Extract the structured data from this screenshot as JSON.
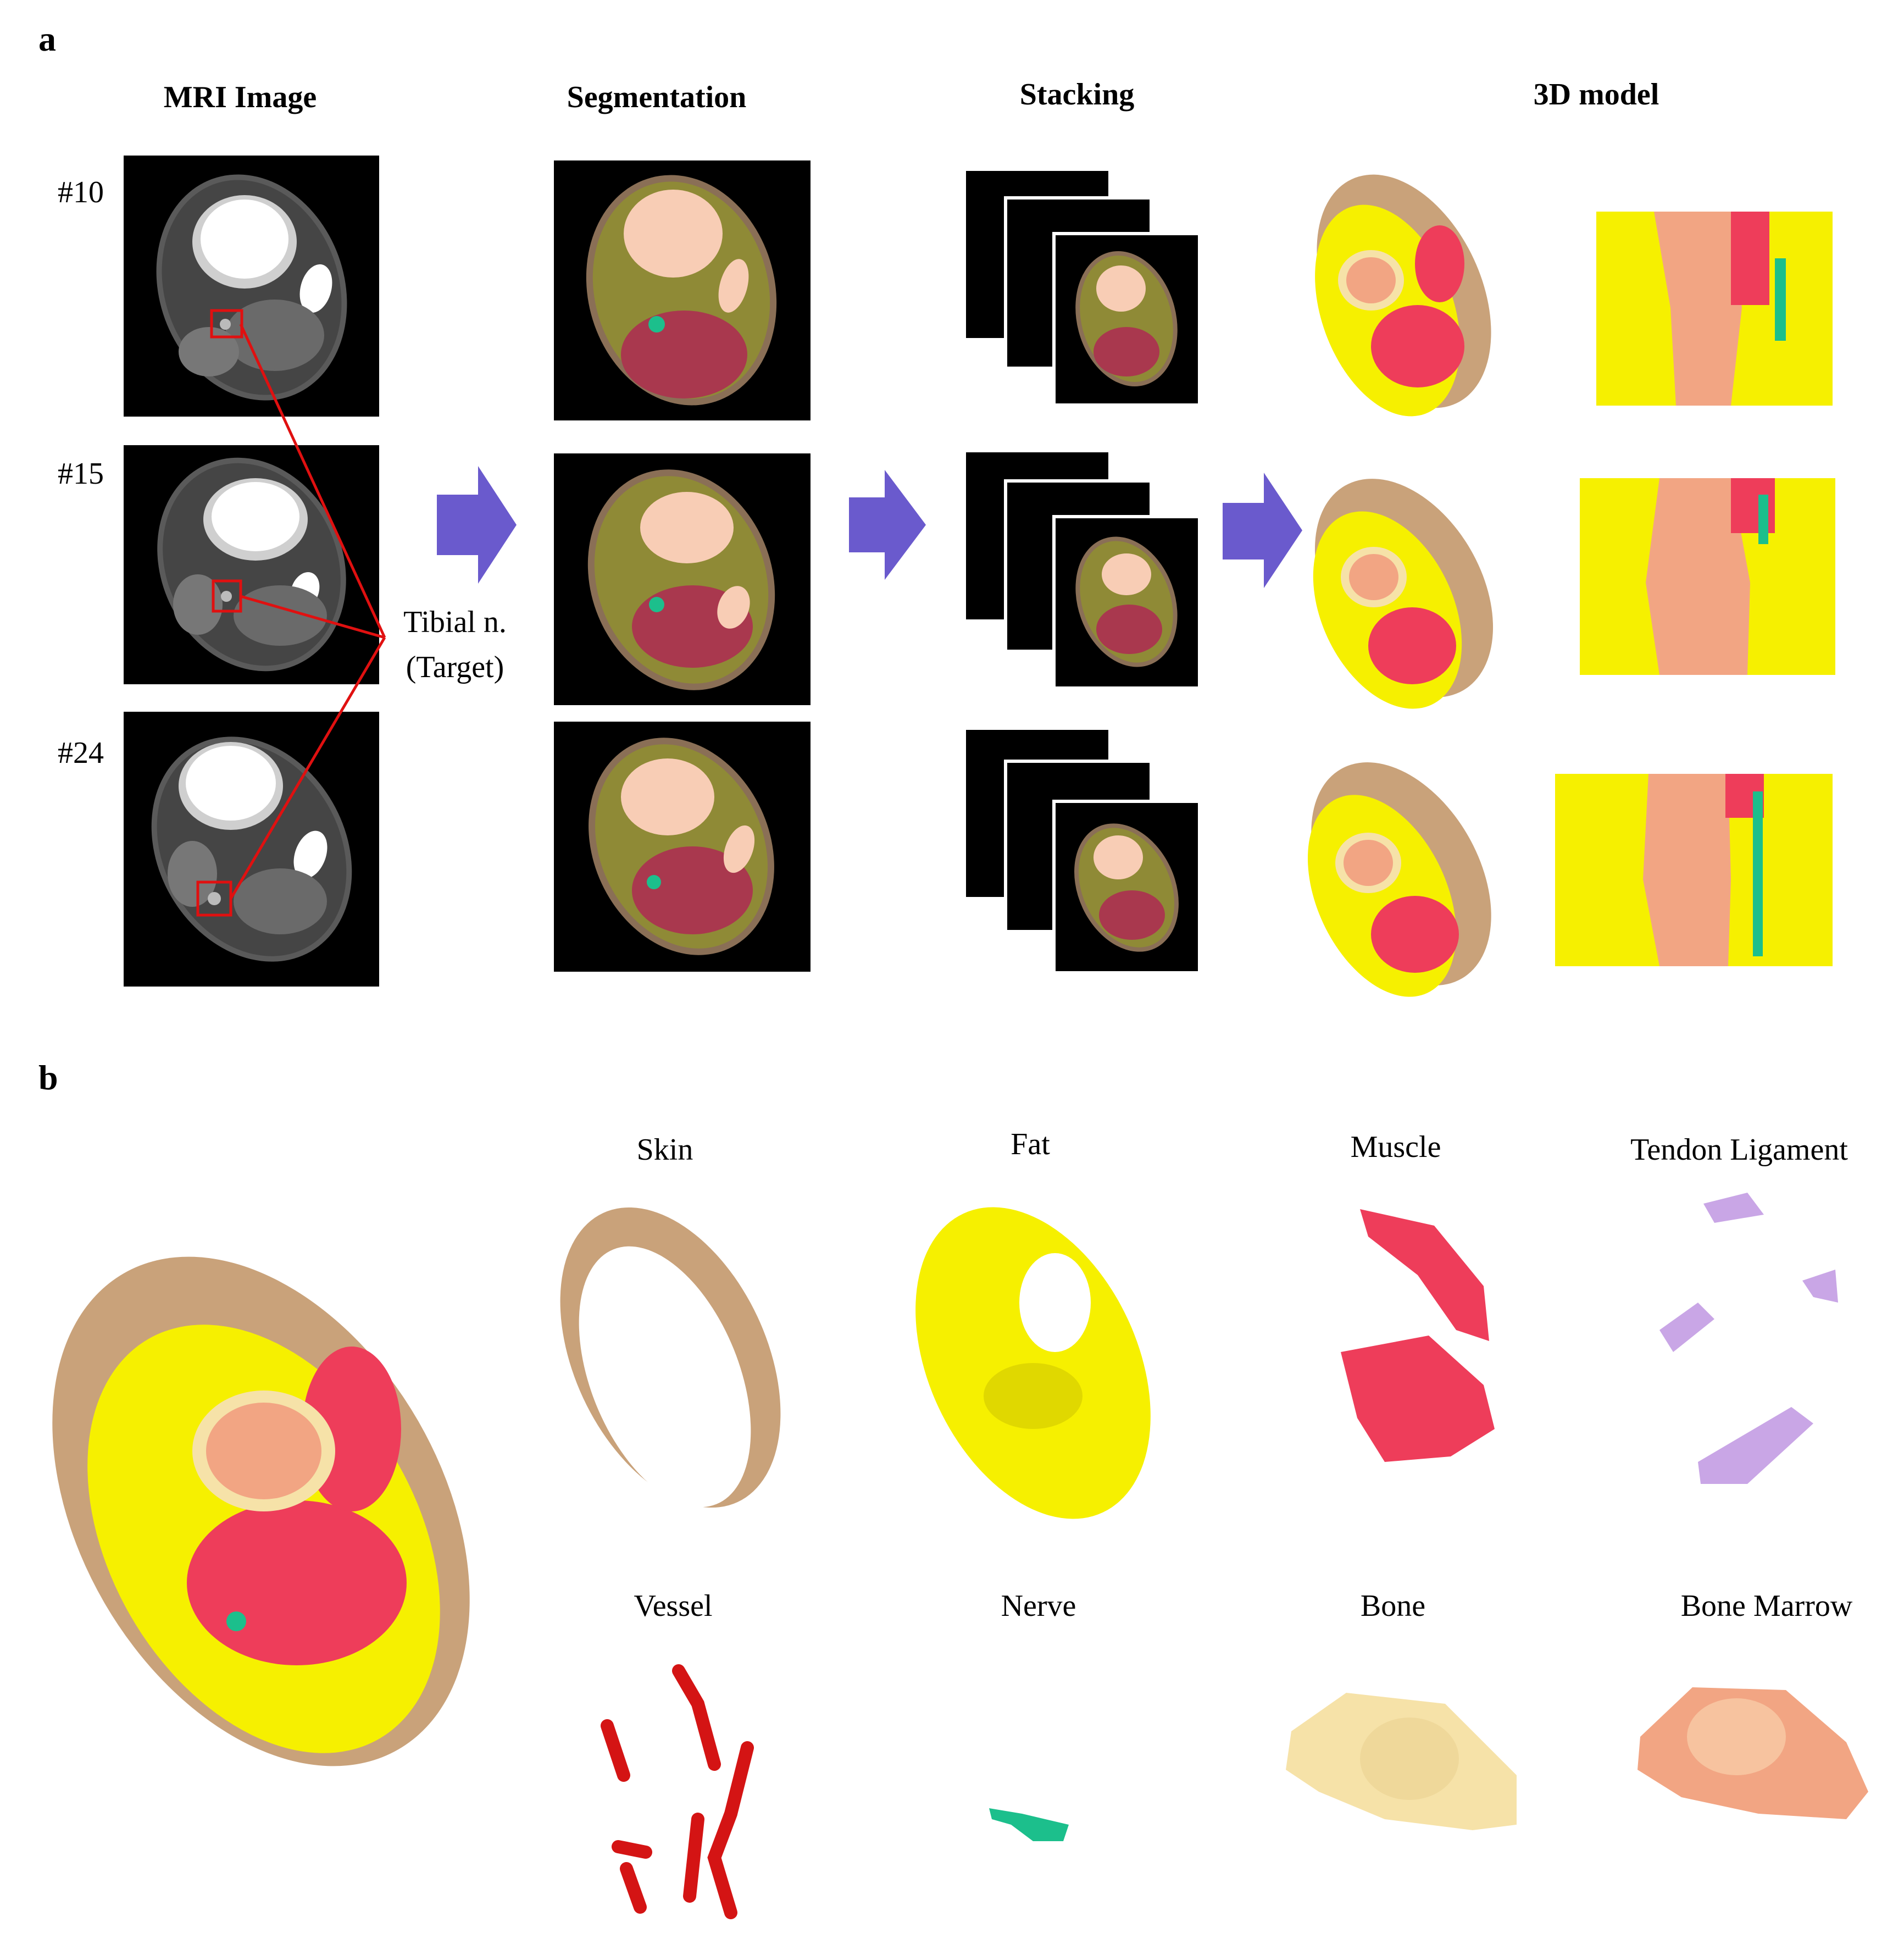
{
  "panel_a": {
    "label": "a",
    "columns": {
      "mri": "MRI Image",
      "segmentation": "Segmentation",
      "stacking": "Stacking",
      "model": "3D model"
    },
    "slices": [
      "#10",
      "#15",
      "#24"
    ],
    "target_annotation": {
      "line1": "Tibial n.",
      "line2": "(Target)"
    }
  },
  "panel_b": {
    "label": "b",
    "tissues": [
      "Skin",
      "Fat",
      "Muscle",
      "Tendon Ligament",
      "Vessel",
      "Nerve",
      "Bone",
      "Bone Marrow"
    ]
  },
  "colors": {
    "arrow": "#6a5acd",
    "skin": "#c9a27a",
    "fat": "#f6f000",
    "muscle": "#ee3d5a",
    "tendon": "#c9a6e6",
    "vessel": "#d41414",
    "nerve": "#1cbf8c",
    "bone": "#f6e2a8",
    "bone_marrow": "#f2a583",
    "seg_background": "#8f8a36",
    "seg_muscle": "#a9384e",
    "seg_bone": "#f8cdb5",
    "target_box": "#e01010"
  }
}
